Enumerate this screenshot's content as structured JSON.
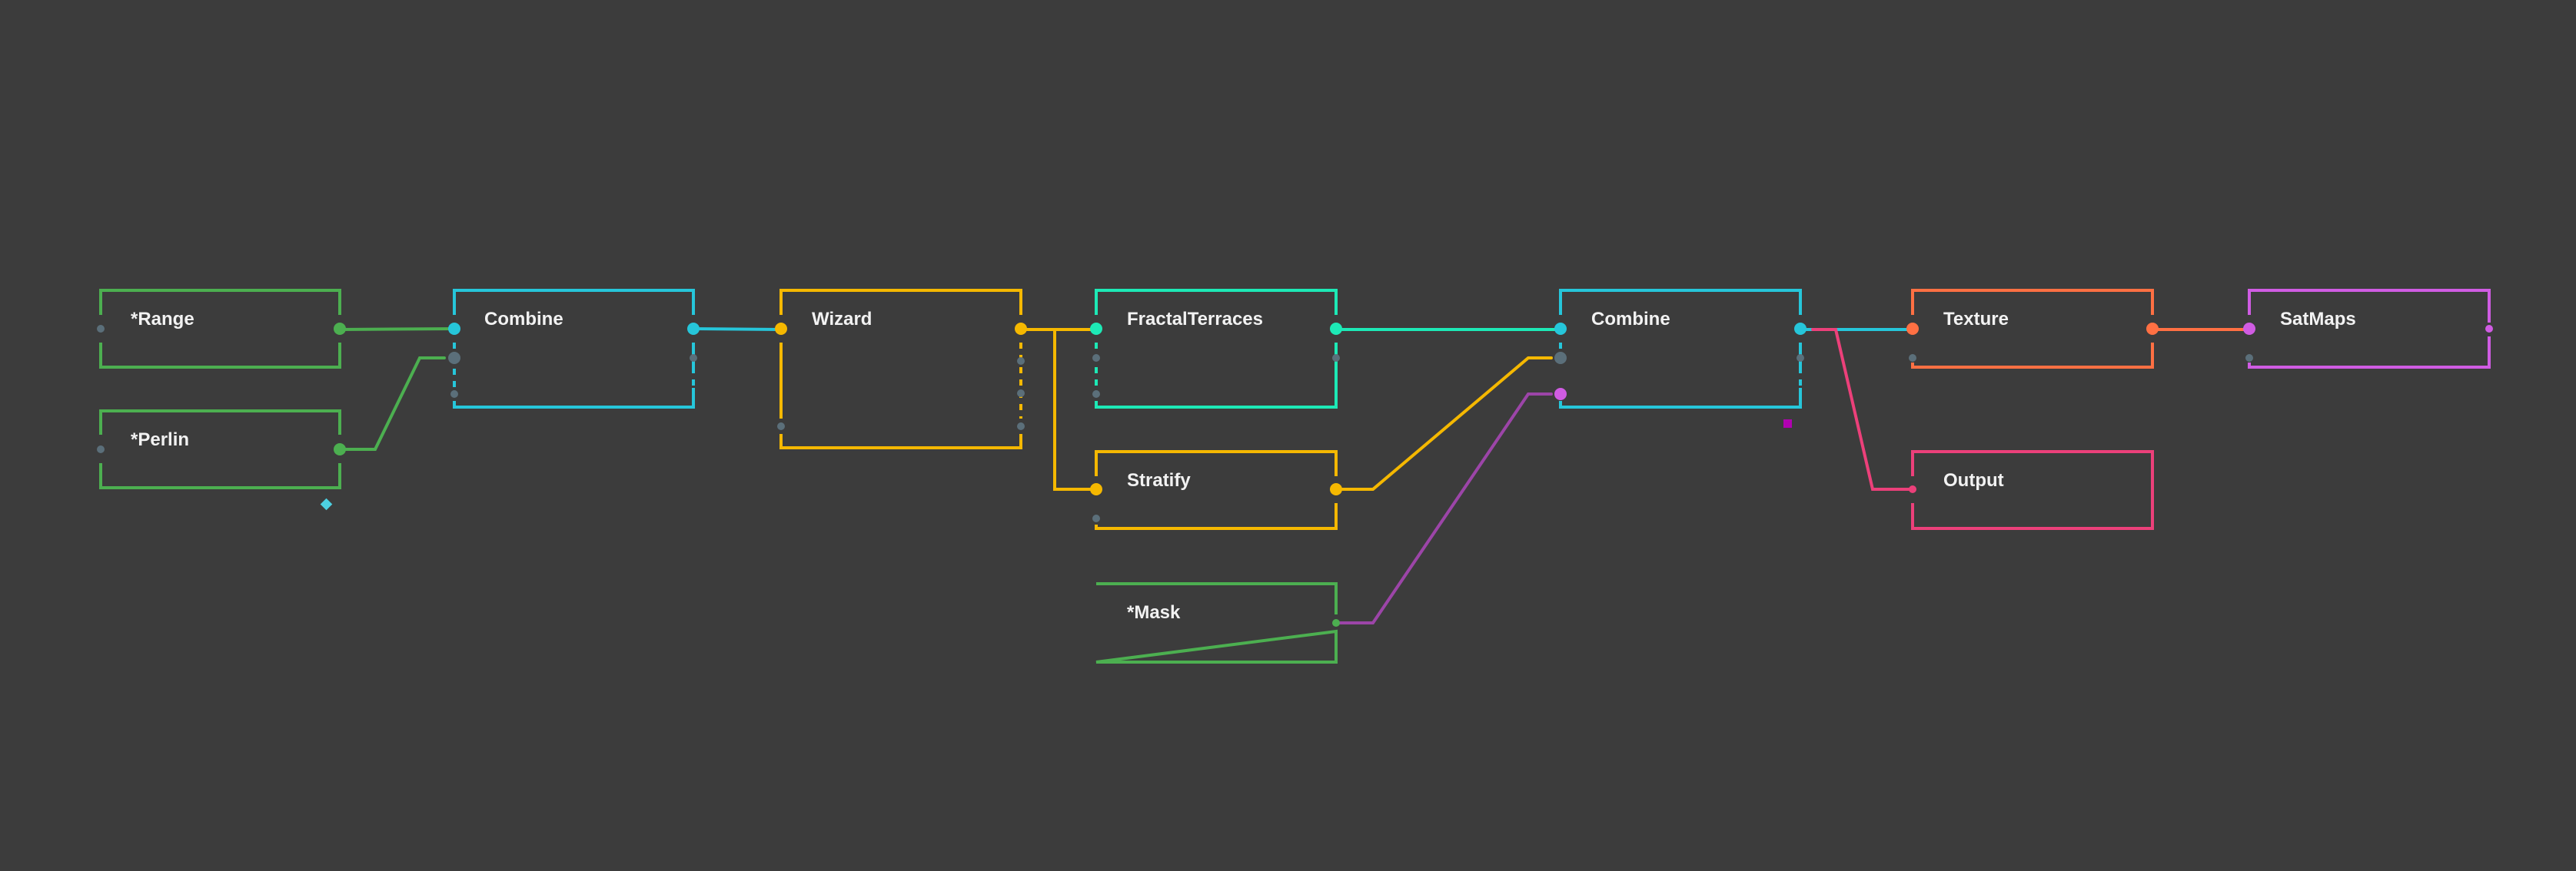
{
  "colors": {
    "background": "#3c3c3c",
    "green": "#4caf50",
    "cyan": "#26c6da",
    "yellow": "#f5b800",
    "teal": "#1de9b6",
    "orange": "#ff7043",
    "pink": "#ec407a",
    "purple": "#d05ce3",
    "wire_purple": "#9c45a8",
    "port_gray": "#5b6f7a",
    "magenta_marker": "#b000b0"
  },
  "nodes": {
    "range": {
      "title": "*Range"
    },
    "perlin": {
      "title": "*Perlin"
    },
    "combine1": {
      "title": "Combine"
    },
    "wizard": {
      "title": "Wizard"
    },
    "fractal": {
      "title": "FractalTerraces"
    },
    "stratify": {
      "title": "Stratify"
    },
    "mask": {
      "title": "*Mask"
    },
    "combine2": {
      "title": "Combine"
    },
    "texture": {
      "title": "Texture"
    },
    "output": {
      "title": "Output"
    },
    "satmaps": {
      "title": "SatMaps"
    }
  },
  "markers": {
    "perlin_diamond": "diamond-icon",
    "combine2_square": "square-icon"
  }
}
